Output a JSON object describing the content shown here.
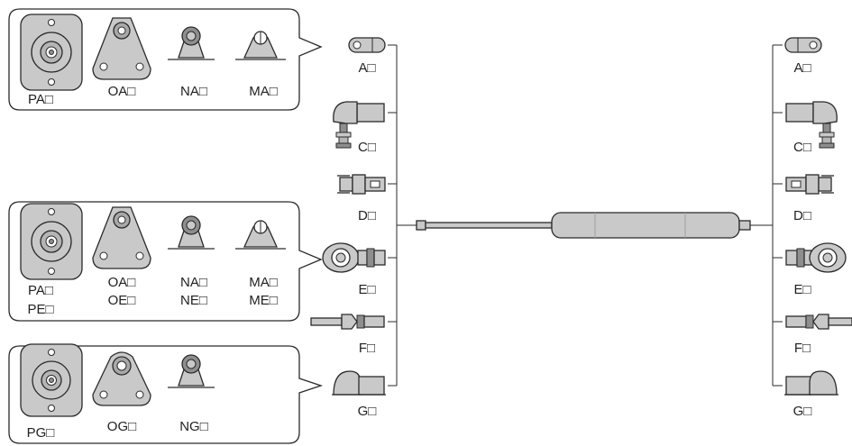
{
  "colors": {
    "part_fill": "#c9c9c9",
    "part_dark": "#8e8e8e",
    "outline": "#2a2a2a",
    "background": "#ffffff"
  },
  "groups": [
    {
      "id": "top",
      "mounts": [
        {
          "icon": "flange-mount-icon",
          "labels": [
            "PA□"
          ]
        },
        {
          "icon": "triangle-bracket-icon",
          "labels": [
            "OA□"
          ]
        },
        {
          "icon": "ball-stud-bracket-icon",
          "labels": [
            "NA□"
          ]
        },
        {
          "icon": "pin-bracket-icon",
          "labels": [
            "MA□"
          ]
        }
      ]
    },
    {
      "id": "middle",
      "mounts": [
        {
          "icon": "flange-mount-icon",
          "labels": [
            "PA□",
            "PE□"
          ]
        },
        {
          "icon": "triangle-bracket-icon",
          "labels": [
            "OA□",
            "OE□"
          ]
        },
        {
          "icon": "ball-stud-bracket-icon",
          "labels": [
            "NA□",
            "NE□"
          ]
        },
        {
          "icon": "pin-bracket-icon",
          "labels": [
            "MA□",
            "ME□"
          ]
        }
      ]
    },
    {
      "id": "bottom",
      "mounts": [
        {
          "icon": "flange-mount-icon",
          "labels": [
            "PG□"
          ]
        },
        {
          "icon": "round-triangle-bracket-icon",
          "labels": [
            "OG□"
          ]
        },
        {
          "icon": "ball-stud-bracket-icon",
          "labels": [
            "NG□"
          ]
        }
      ]
    }
  ],
  "left_fittings": [
    {
      "icon": "eye-fitting-icon",
      "label": "A□"
    },
    {
      "icon": "ball-socket-fitting-icon",
      "label": "C□"
    },
    {
      "icon": "clevis-fitting-icon",
      "label": "D□"
    },
    {
      "icon": "rod-end-fitting-icon",
      "label": "E□"
    },
    {
      "icon": "threaded-fitting-icon",
      "label": "F□"
    },
    {
      "icon": "angle-joint-fitting-icon",
      "label": "G□"
    }
  ],
  "right_fittings": [
    {
      "icon": "eye-fitting-icon",
      "label": "A□"
    },
    {
      "icon": "ball-socket-fitting-icon",
      "label": "C□"
    },
    {
      "icon": "clevis-fitting-icon",
      "label": "D□"
    },
    {
      "icon": "rod-end-fitting-icon",
      "label": "E□"
    },
    {
      "icon": "threaded-fitting-icon",
      "label": "F□"
    },
    {
      "icon": "angle-joint-fitting-icon",
      "label": "G□"
    }
  ],
  "center": {
    "icon": "gas-spring-icon"
  }
}
